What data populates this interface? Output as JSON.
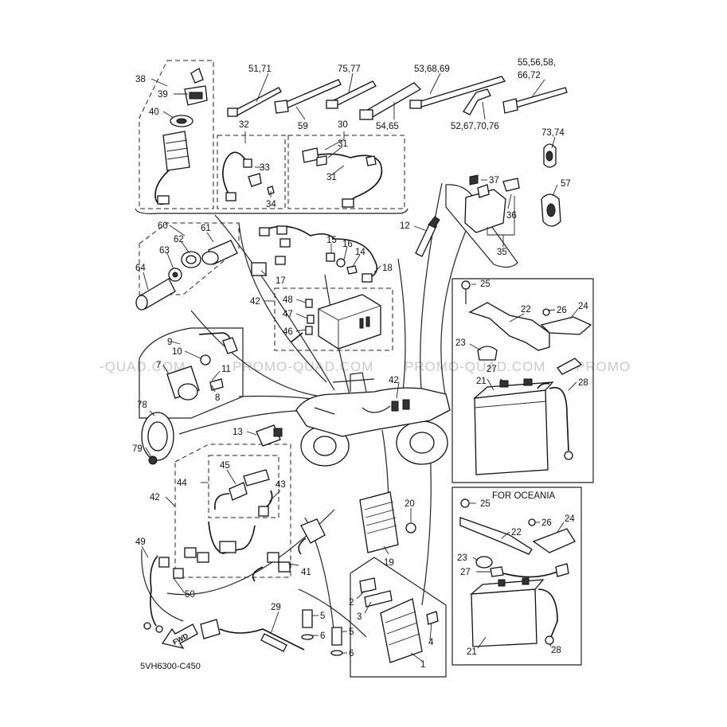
{
  "diagram": {
    "code": "5VH6300-C450",
    "watermarks": [
      "-QUAD.COM",
      "PROMO-QUAD.COM",
      "PROMO-QUAD.COM",
      "PROMO"
    ],
    "oceania_label": "FOR OCEANIA",
    "fwd_label": "FWD"
  },
  "callouts": [
    {
      "id": "c38",
      "text": "38"
    },
    {
      "id": "c39",
      "text": "39"
    },
    {
      "id": "c40",
      "text": "40"
    },
    {
      "id": "c51",
      "text": "51,71"
    },
    {
      "id": "c75",
      "text": "75,77"
    },
    {
      "id": "c53",
      "text": "53,68,69"
    },
    {
      "id": "c55",
      "text": "55,56,58,"
    },
    {
      "id": "c66",
      "text": "66,72"
    },
    {
      "id": "c59",
      "text": "59"
    },
    {
      "id": "c54",
      "text": "54,65"
    },
    {
      "id": "c52",
      "text": "52,67,70,76"
    },
    {
      "id": "c32",
      "text": "32"
    },
    {
      "id": "c30",
      "text": "30"
    },
    {
      "id": "c31a",
      "text": "31"
    },
    {
      "id": "c31b",
      "text": "31"
    },
    {
      "id": "c33",
      "text": "33"
    },
    {
      "id": "c34",
      "text": "34"
    },
    {
      "id": "c73",
      "text": "73,74"
    },
    {
      "id": "c37",
      "text": "37"
    },
    {
      "id": "c57",
      "text": "57"
    },
    {
      "id": "c36",
      "text": "36"
    },
    {
      "id": "c35",
      "text": "35"
    },
    {
      "id": "c12",
      "text": "12"
    },
    {
      "id": "c60",
      "text": "60"
    },
    {
      "id": "c61",
      "text": "61"
    },
    {
      "id": "c62",
      "text": "62"
    },
    {
      "id": "c63",
      "text": "63"
    },
    {
      "id": "c64",
      "text": "64"
    },
    {
      "id": "c15",
      "text": "15"
    },
    {
      "id": "c16",
      "text": "16"
    },
    {
      "id": "c14",
      "text": "14"
    },
    {
      "id": "c18",
      "text": "18"
    },
    {
      "id": "c17",
      "text": "17"
    },
    {
      "id": "c42a",
      "text": "42"
    },
    {
      "id": "c48",
      "text": "48"
    },
    {
      "id": "c47",
      "text": "47"
    },
    {
      "id": "c46",
      "text": "46"
    },
    {
      "id": "c25a",
      "text": "25"
    },
    {
      "id": "c22a",
      "text": "22"
    },
    {
      "id": "c26a",
      "text": "26"
    },
    {
      "id": "c24a",
      "text": "24"
    },
    {
      "id": "c23a",
      "text": "23"
    },
    {
      "id": "c9",
      "text": "9"
    },
    {
      "id": "c10",
      "text": "10"
    },
    {
      "id": "c7",
      "text": "7"
    },
    {
      "id": "c11",
      "text": "11"
    },
    {
      "id": "c8",
      "text": "8"
    },
    {
      "id": "c27a",
      "text": "27"
    },
    {
      "id": "c21a",
      "text": "21"
    },
    {
      "id": "c28a",
      "text": "28"
    },
    {
      "id": "c42b",
      "text": "42"
    },
    {
      "id": "c78",
      "text": "78"
    },
    {
      "id": "c79",
      "text": "79"
    },
    {
      "id": "c13",
      "text": "13"
    },
    {
      "id": "c44",
      "text": "44"
    },
    {
      "id": "c45",
      "text": "45"
    },
    {
      "id": "c43",
      "text": "43"
    },
    {
      "id": "c42c",
      "text": "42"
    },
    {
      "id": "c20",
      "text": "20"
    },
    {
      "id": "c19",
      "text": "19"
    },
    {
      "id": "c25b",
      "text": "25"
    },
    {
      "id": "c26b",
      "text": "26"
    },
    {
      "id": "c24b",
      "text": "24"
    },
    {
      "id": "c22b",
      "text": "22"
    },
    {
      "id": "c23b",
      "text": "23"
    },
    {
      "id": "c27b",
      "text": "27"
    },
    {
      "id": "c49",
      "text": "49"
    },
    {
      "id": "c41",
      "text": "41"
    },
    {
      "id": "c50",
      "text": "50"
    },
    {
      "id": "c2",
      "text": "2"
    },
    {
      "id": "c3",
      "text": "3"
    },
    {
      "id": "c29",
      "text": "29"
    },
    {
      "id": "c5a",
      "text": "5"
    },
    {
      "id": "c6a",
      "text": "6"
    },
    {
      "id": "c5b",
      "text": "5"
    },
    {
      "id": "c6b",
      "text": "6"
    },
    {
      "id": "c4",
      "text": "4"
    },
    {
      "id": "c1",
      "text": "1"
    },
    {
      "id": "c21b",
      "text": "21"
    },
    {
      "id": "c28b",
      "text": "28"
    }
  ]
}
